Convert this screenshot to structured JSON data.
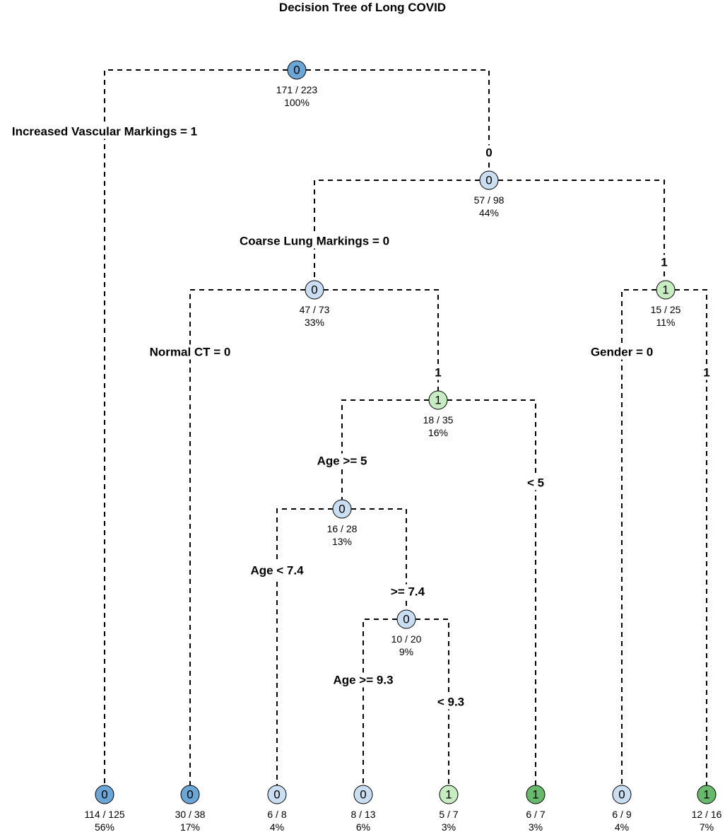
{
  "title": "Decision Tree of Long COVID",
  "colors": {
    "class0_strong": "#6ba6d6",
    "class0_light": "#c9dff1",
    "class1_strong": "#66ba6a",
    "class1_light": "#c8ecc2",
    "edge": "#000000",
    "background": "#ffffff"
  },
  "nodes": [
    {
      "id": "root",
      "class": "0",
      "count": "171 / 223",
      "pct": "100%",
      "shade": "class0_strong"
    },
    {
      "id": "n2",
      "class": "0",
      "count": "57 / 98",
      "pct": "44%",
      "shade": "class0_light"
    },
    {
      "id": "n3",
      "class": "0",
      "count": "47 / 73",
      "pct": "33%",
      "shade": "class0_light"
    },
    {
      "id": "n4",
      "class": "1",
      "count": "15 / 25",
      "pct": "11%",
      "shade": "class1_light"
    },
    {
      "id": "n5",
      "class": "1",
      "count": "18 / 35",
      "pct": "16%",
      "shade": "class1_light"
    },
    {
      "id": "n6",
      "class": "0",
      "count": "16 / 28",
      "pct": "13%",
      "shade": "class0_light"
    },
    {
      "id": "n7",
      "class": "0",
      "count": "10 / 20",
      "pct": "9%",
      "shade": "class0_light"
    },
    {
      "id": "leaf1",
      "class": "0",
      "count": "114 / 125",
      "pct": "56%",
      "shade": "class0_strong"
    },
    {
      "id": "leaf2",
      "class": "0",
      "count": "30 / 38",
      "pct": "17%",
      "shade": "class0_strong"
    },
    {
      "id": "leaf3",
      "class": "0",
      "count": "6 / 8",
      "pct": "4%",
      "shade": "class0_light"
    },
    {
      "id": "leaf4",
      "class": "0",
      "count": "8 / 13",
      "pct": "6%",
      "shade": "class0_light"
    },
    {
      "id": "leaf5",
      "class": "1",
      "count": "5 / 7",
      "pct": "3%",
      "shade": "class1_light"
    },
    {
      "id": "leaf6",
      "class": "1",
      "count": "6 / 7",
      "pct": "3%",
      "shade": "class1_strong"
    },
    {
      "id": "leaf7",
      "class": "0",
      "count": "6 / 9",
      "pct": "4%",
      "shade": "class0_light"
    },
    {
      "id": "leaf8",
      "class": "1",
      "count": "12 / 16",
      "pct": "7%",
      "shade": "class1_strong"
    }
  ],
  "edges": [
    {
      "from": "root",
      "to": "leaf1",
      "label": "Increased Vascular Markings = 1"
    },
    {
      "from": "root",
      "to": "n2",
      "label": "0"
    },
    {
      "from": "n2",
      "to": "n3",
      "label": "Coarse Lung Markings = 0"
    },
    {
      "from": "n2",
      "to": "n4",
      "label": "1"
    },
    {
      "from": "n3",
      "to": "leaf2",
      "label": "Normal CT = 0"
    },
    {
      "from": "n3",
      "to": "n5",
      "label": "1"
    },
    {
      "from": "n5",
      "to": "n6",
      "label": "Age >= 5"
    },
    {
      "from": "n5",
      "to": "leaf6",
      "label": "< 5"
    },
    {
      "from": "n6",
      "to": "leaf3",
      "label": "Age < 7.4"
    },
    {
      "from": "n6",
      "to": "n7",
      "label": ">= 7.4"
    },
    {
      "from": "n7",
      "to": "leaf4",
      "label": "Age >= 9.3"
    },
    {
      "from": "n7",
      "to": "leaf5",
      "label": "< 9.3"
    },
    {
      "from": "n4",
      "to": "leaf7",
      "label": "Gender = 0"
    },
    {
      "from": "n4",
      "to": "leaf8",
      "label": "1"
    }
  ]
}
